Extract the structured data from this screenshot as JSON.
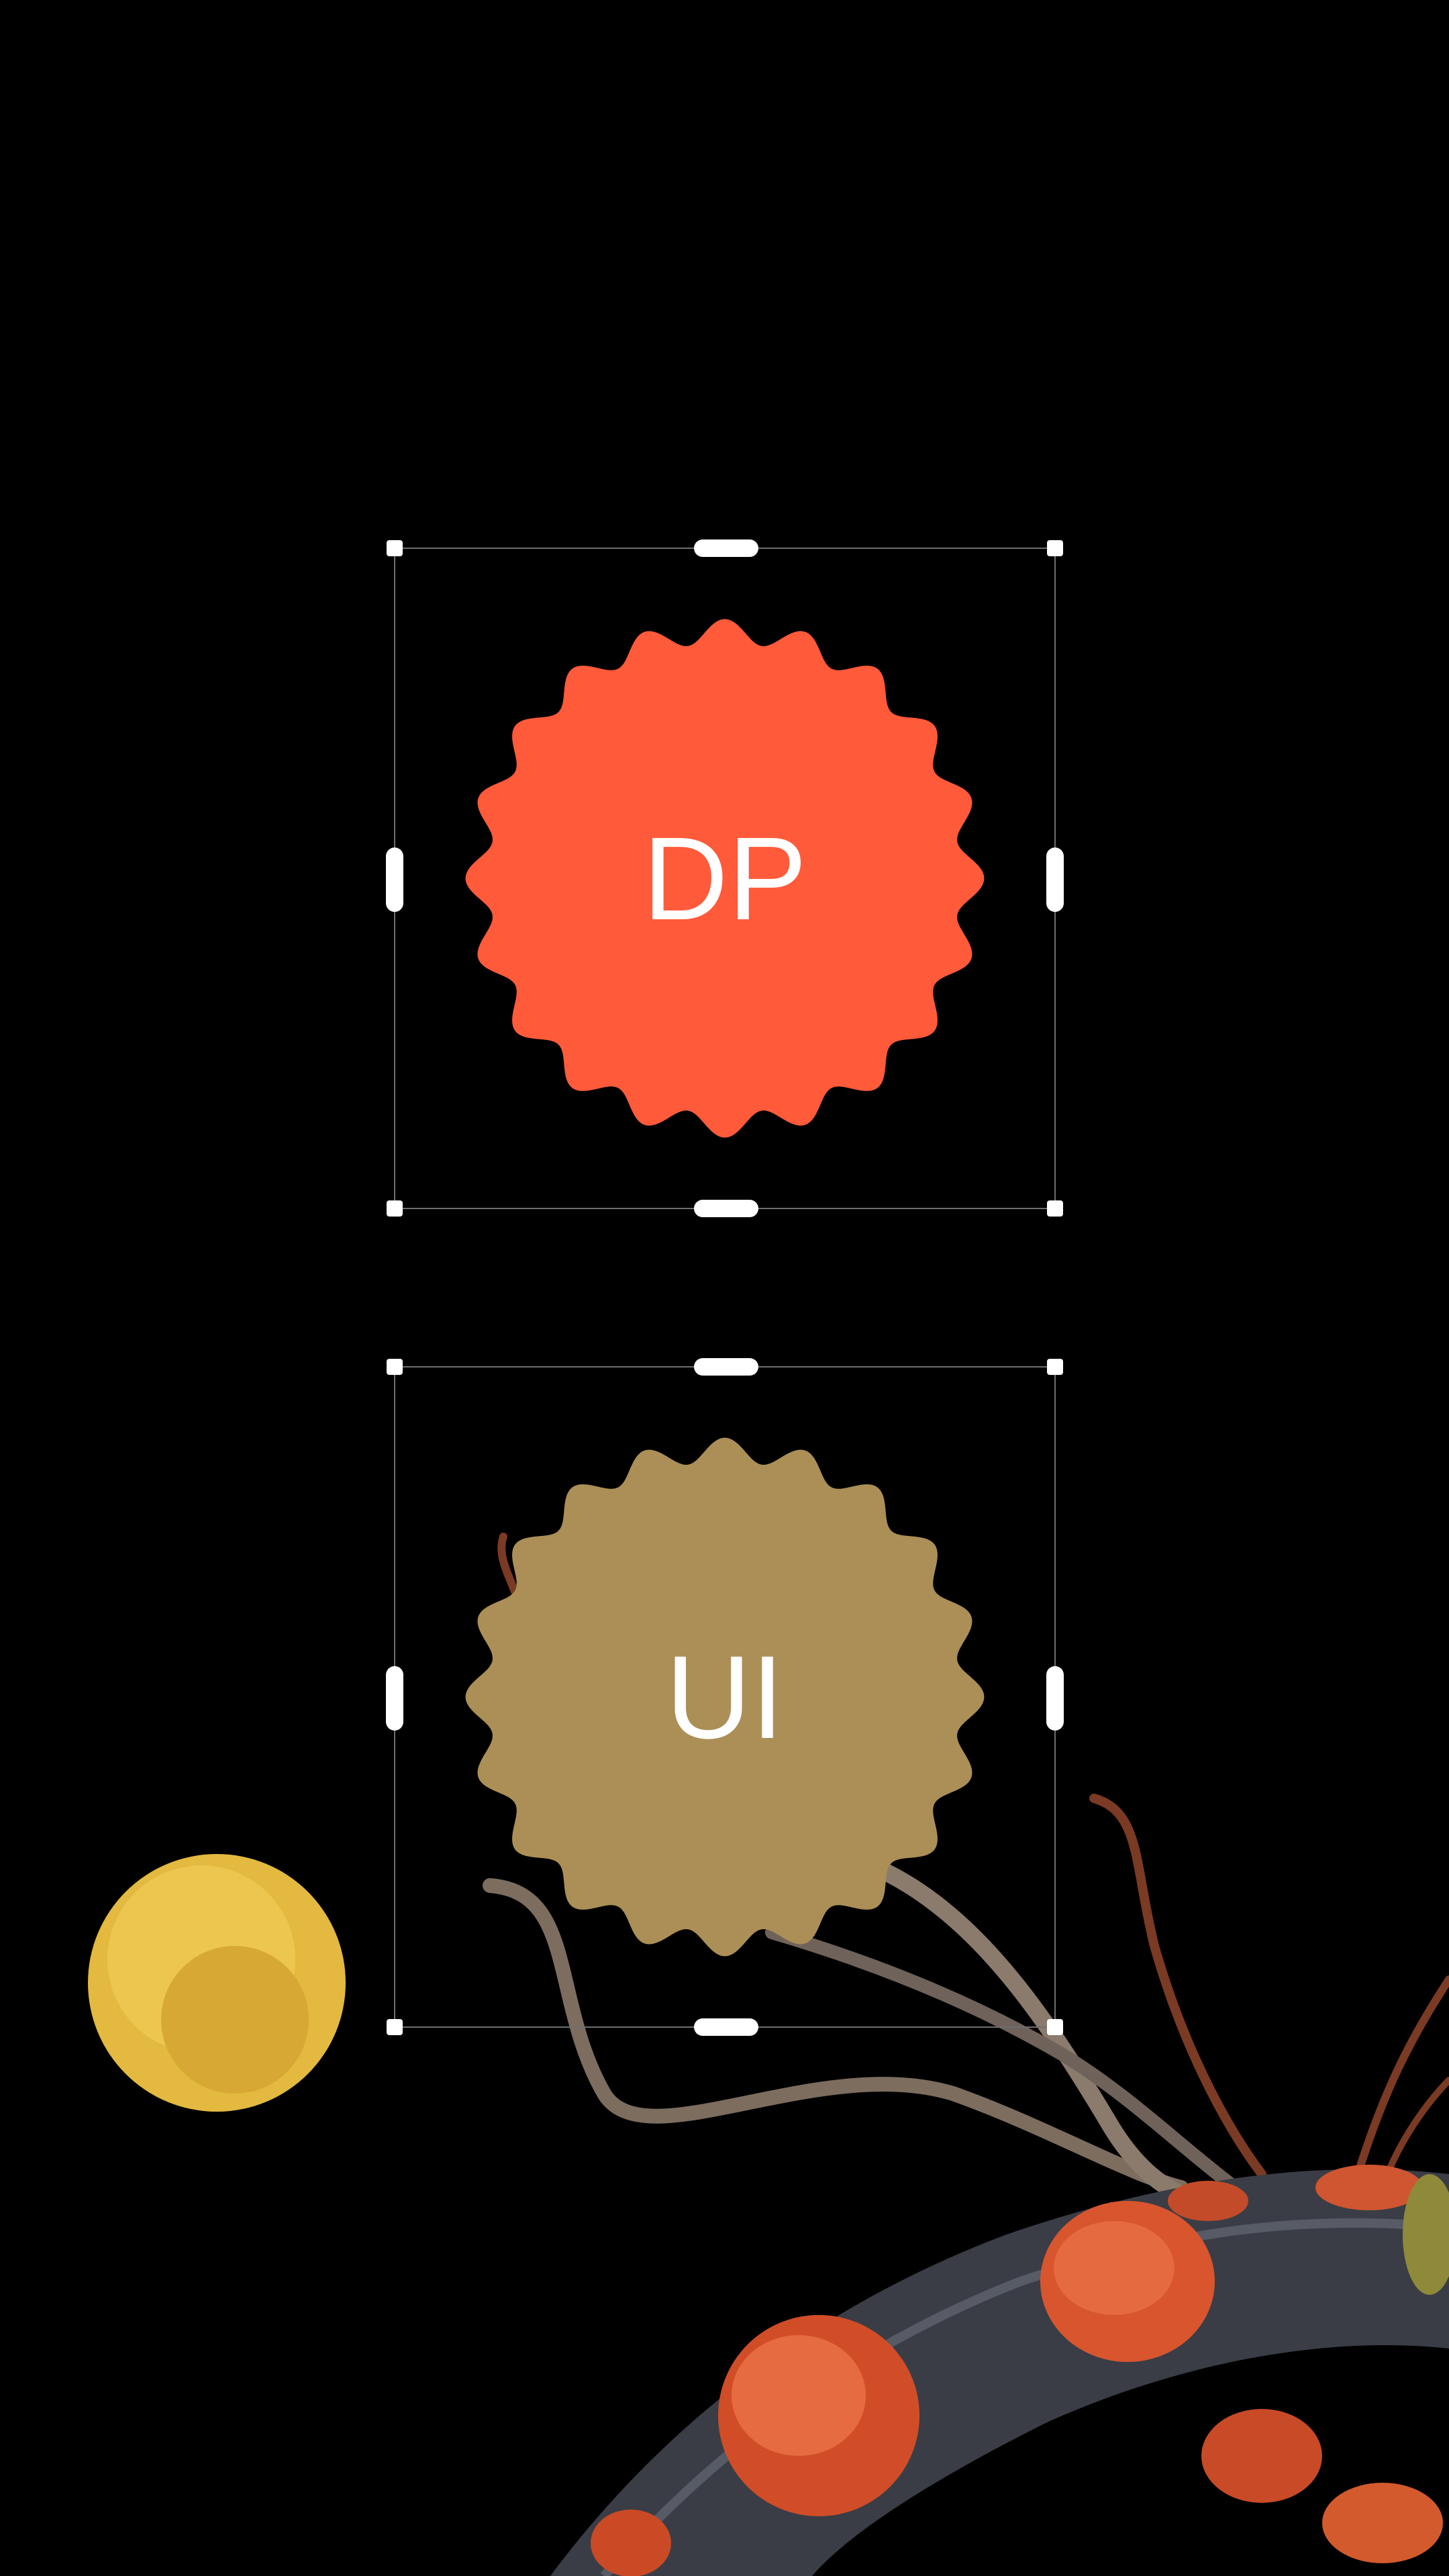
{
  "canvas": {
    "background": "#000000"
  },
  "shapes": [
    {
      "id": "dp",
      "label": "DP",
      "fill": "#ff5a3a",
      "selected": true
    },
    {
      "id": "ui",
      "label": "UI",
      "fill": "#ab8f57",
      "selected": true
    }
  ],
  "decor": {
    "pollen_ball_color": "#e3b93f",
    "branch_color": "#3a3d45",
    "moss_color": "#d8552e",
    "twig_color": "#7a6a5a"
  }
}
